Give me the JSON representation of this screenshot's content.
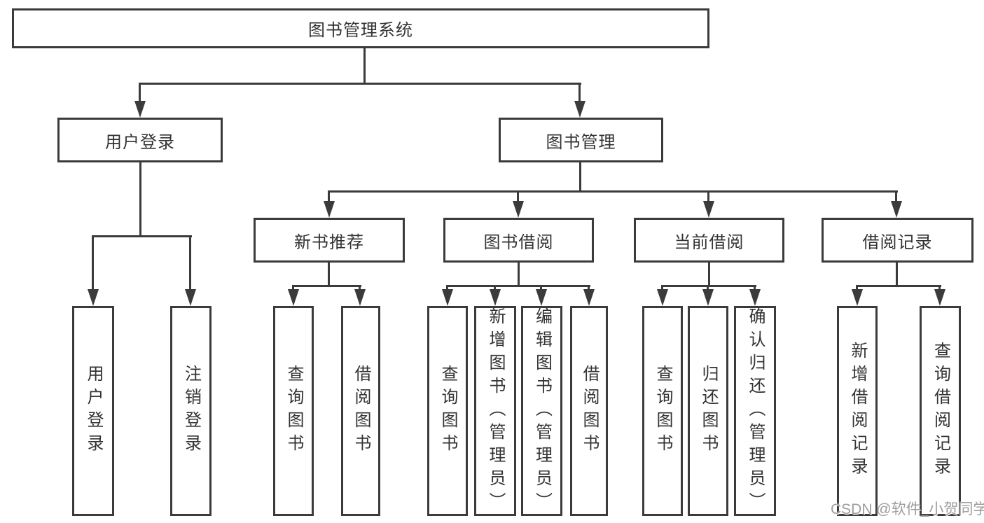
{
  "tree": {
    "label": "图书管理系统",
    "children": [
      {
        "label": "用户登录",
        "children": [
          {
            "label": "用户登录"
          },
          {
            "label": "注销登录"
          }
        ]
      },
      {
        "label": "图书管理",
        "children": [
          {
            "label": "新书推荐",
            "children": [
              {
                "label": "查询图书"
              },
              {
                "label": "借阅图书"
              }
            ]
          },
          {
            "label": "图书借阅",
            "children": [
              {
                "label": "查询图书"
              },
              {
                "label": "新增图书（管理员）"
              },
              {
                "label": "编辑图书（管理员）"
              },
              {
                "label": "借阅图书"
              }
            ]
          },
          {
            "label": "当前借阅",
            "children": [
              {
                "label": "查询图书"
              },
              {
                "label": "归还图书"
              },
              {
                "label": "确认归还（管理员）"
              }
            ]
          },
          {
            "label": "借阅记录",
            "children": [
              {
                "label": "新增借阅记录"
              },
              {
                "label": "查询借阅记录"
              }
            ]
          }
        ]
      }
    ]
  },
  "watermark": {
    "text": "CSDN @软件_小贺同学"
  },
  "colors": {
    "line": "#3b3b3b",
    "text": "#333333",
    "watermark": "#9e9e9e",
    "background": "#ffffff"
  }
}
